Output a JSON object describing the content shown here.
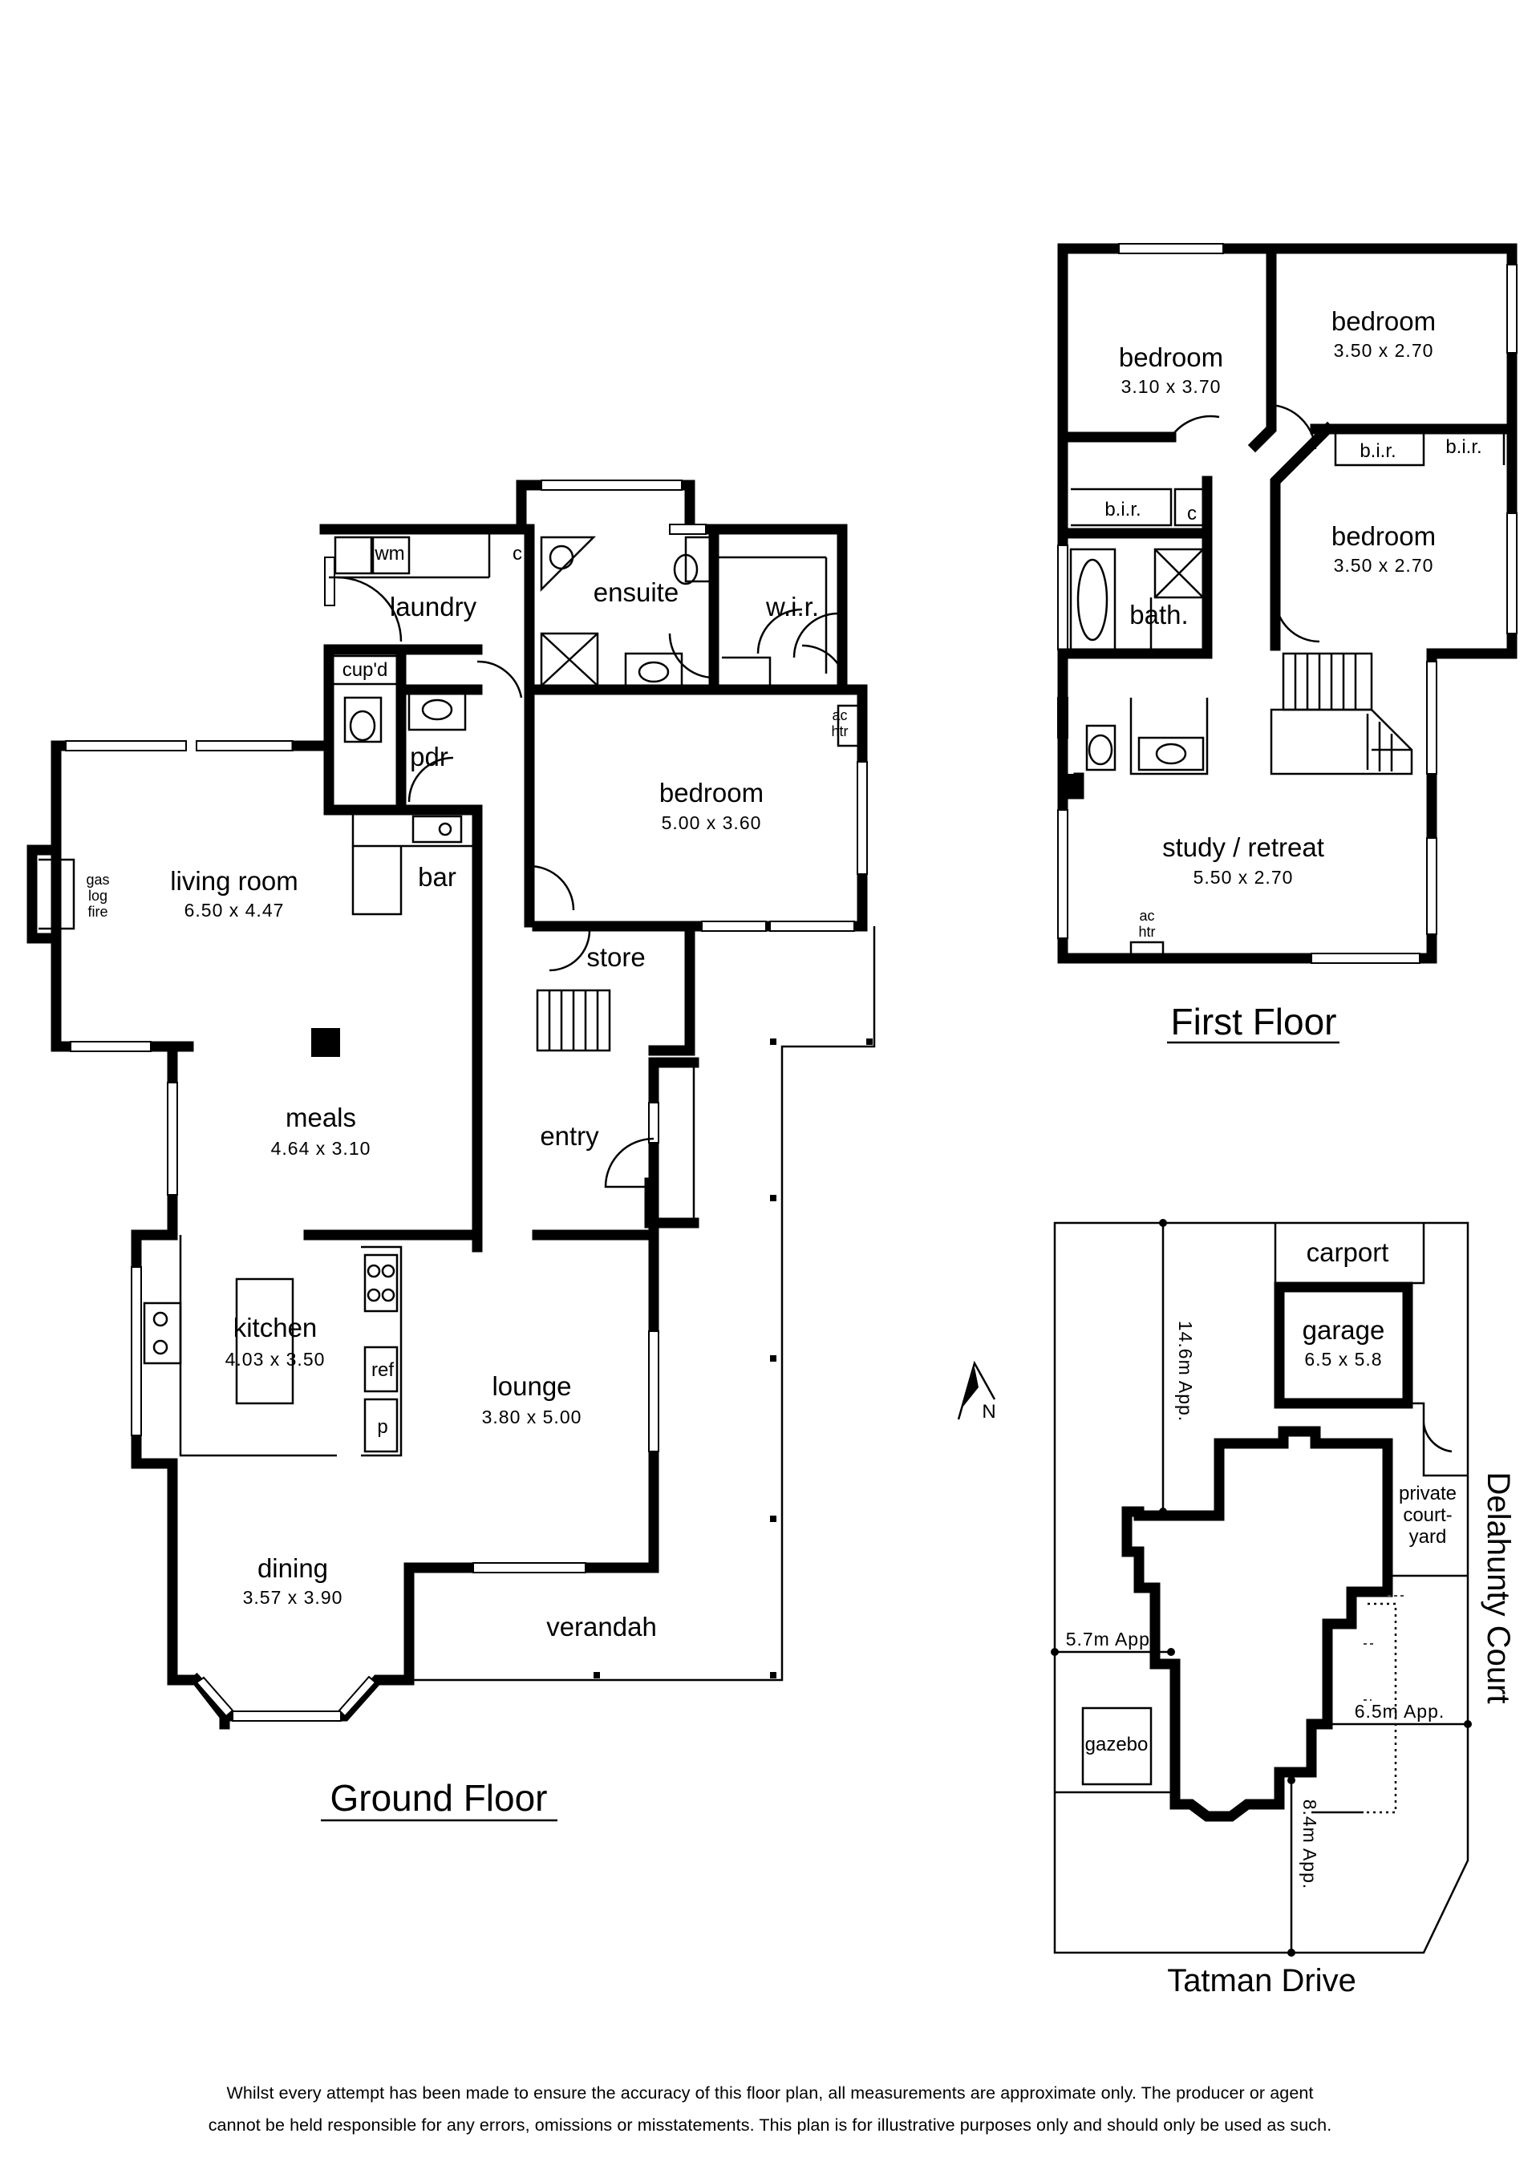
{
  "ground_floor": {
    "title": "Ground Floor",
    "rooms": {
      "laundry": {
        "name": "laundry"
      },
      "wm": "wm",
      "c": "c",
      "cupd": "cup'd",
      "ensuite": {
        "name": "ensuite"
      },
      "wir": {
        "name": "w.i.r."
      },
      "pdr": {
        "name": "pdr"
      },
      "ac_htr": [
        "ac",
        "htr"
      ],
      "bedroom": {
        "name": "bedroom",
        "dims": "5.00  x  3.60"
      },
      "living_room": {
        "name": "living room",
        "dims": "6.50  x  4.47"
      },
      "gas_log_fire": [
        "gas",
        "log",
        "fire"
      ],
      "bar": {
        "name": "bar"
      },
      "store": {
        "name": "store"
      },
      "meals": {
        "name": "meals",
        "dims": "4.64  x  3.10"
      },
      "entry": {
        "name": "entry"
      },
      "kitchen": {
        "name": "kitchen",
        "dims": "4.03  x  3.50"
      },
      "ref": "ref",
      "p": "p",
      "lounge": {
        "name": "lounge",
        "dims": "3.80  x  5.00"
      },
      "dining": {
        "name": "dining",
        "dims": "3.57  x  3.90"
      },
      "verandah": {
        "name": "verandah"
      }
    }
  },
  "first_floor": {
    "title": "First Floor",
    "rooms": {
      "bedroom_1": {
        "name": "bedroom",
        "dims": "3.10  x  3.70"
      },
      "bedroom_2": {
        "name": "bedroom",
        "dims": "3.50  x  2.70"
      },
      "bedroom_3": {
        "name": "bedroom",
        "dims": "3.50  x  2.70"
      },
      "bir": "b.i.r.",
      "c": "c",
      "bath": {
        "name": "bath."
      },
      "study": {
        "name": "study / retreat",
        "dims": "5.50  x  2.70"
      },
      "ac_htr": [
        "ac",
        "htr"
      ]
    }
  },
  "site_plan": {
    "carport": "carport",
    "garage": {
      "name": "garage",
      "dims": "6.5  x  5.8"
    },
    "private_courtyard": [
      "private",
      "court-",
      "yard"
    ],
    "gazebo": "gazebo",
    "north": "N",
    "dimensions": {
      "top": "14.6m  App.",
      "left": "5.7m  App.",
      "right": "6.5m  App.",
      "bottom": "8.4m  App."
    },
    "streets": {
      "south": "Tatman Drive",
      "east": "Delahunty Court"
    }
  },
  "disclaimer": [
    "Whilst every attempt has been made to ensure the accuracy of this floor plan, all measurements are approximate only. The producer or agent",
    "cannot be held responsible for any errors, omissions or misstatements. This plan is for illustrative purposes only and should only be used as such."
  ]
}
